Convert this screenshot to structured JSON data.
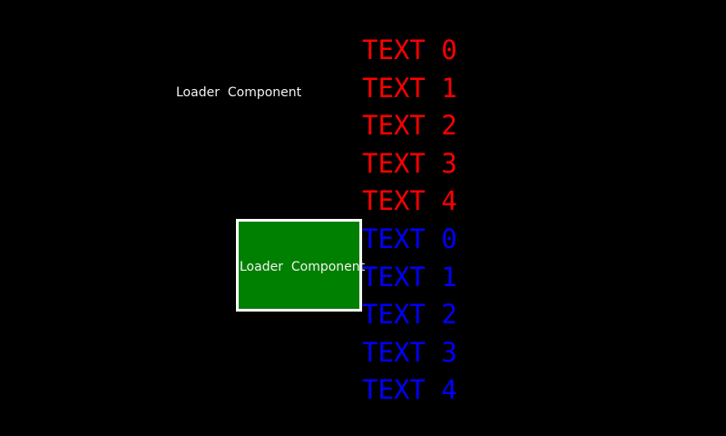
{
  "screen": {
    "background_color": "#000000"
  },
  "loader_label": {
    "text": "Loader  Component",
    "color": "#f2f2f2"
  },
  "loader_box": {
    "label": "Loader  Component",
    "fill_color": "#008000",
    "border_color": "#ffffff",
    "label_color": "#f2f2f2"
  },
  "text_list": {
    "red_color": "#ff0000",
    "blue_color": "#0000ff",
    "rows": [
      {
        "label": "TEXT 0",
        "color": "#ff0000"
      },
      {
        "label": "TEXT 1",
        "color": "#ff0000"
      },
      {
        "label": "TEXT 2",
        "color": "#ff0000"
      },
      {
        "label": "TEXT 3",
        "color": "#ff0000"
      },
      {
        "label": "TEXT 4",
        "color": "#ff0000"
      },
      {
        "label": "TEXT 0",
        "color": "#0000ff"
      },
      {
        "label": "TEXT 1",
        "color": "#0000ff"
      },
      {
        "label": "TEXT 2",
        "color": "#0000ff"
      },
      {
        "label": "TEXT 3",
        "color": "#0000ff"
      },
      {
        "label": "TEXT 4",
        "color": "#0000ff"
      }
    ]
  }
}
